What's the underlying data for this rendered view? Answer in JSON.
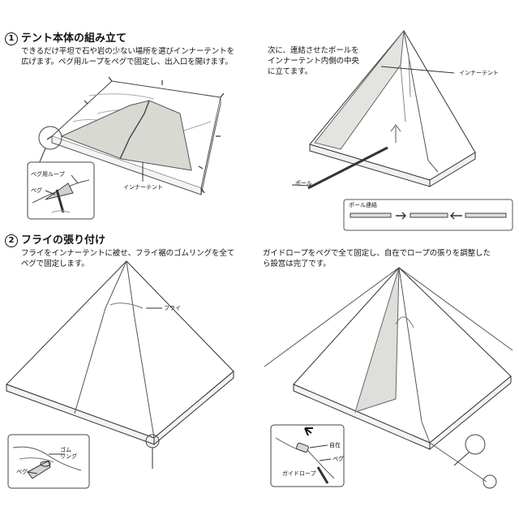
{
  "step1": {
    "number": "1",
    "title": "テント本体の組み立て",
    "text_left": "できるだけ平坦で石や岩の少ない場所を選びインナーテントを\n広げます。ペグ用ループをペグで固定し、出入口を開けます。",
    "text_right": "次に、連結させたポールを\nインナーテント内側の中央\nに立てます。",
    "labels": {
      "peg_loop": "ペグ用ループ",
      "peg": "ペグ",
      "inner_tent_a": "インナーテント",
      "inner_tent_b": "インナーテント",
      "pole": "ポール",
      "pole_connect": "ポール連結"
    }
  },
  "step2": {
    "number": "2",
    "title": "フライの張り付け",
    "text_left": "フライをインナーテントに被せ、フライ裾のゴムリングを全て\nペグで固定します。",
    "text_right": "ガイドロープをペグで全て固定し、自在でロープの張りを調整した\nら設営は完了です。",
    "labels": {
      "fly": "フライ",
      "rubber_ring": "ゴム\nリング",
      "peg_a": "ペグ",
      "adjuster": "自在",
      "peg_b": "ペグ",
      "guy_rope": "ガイドロープ"
    }
  }
}
